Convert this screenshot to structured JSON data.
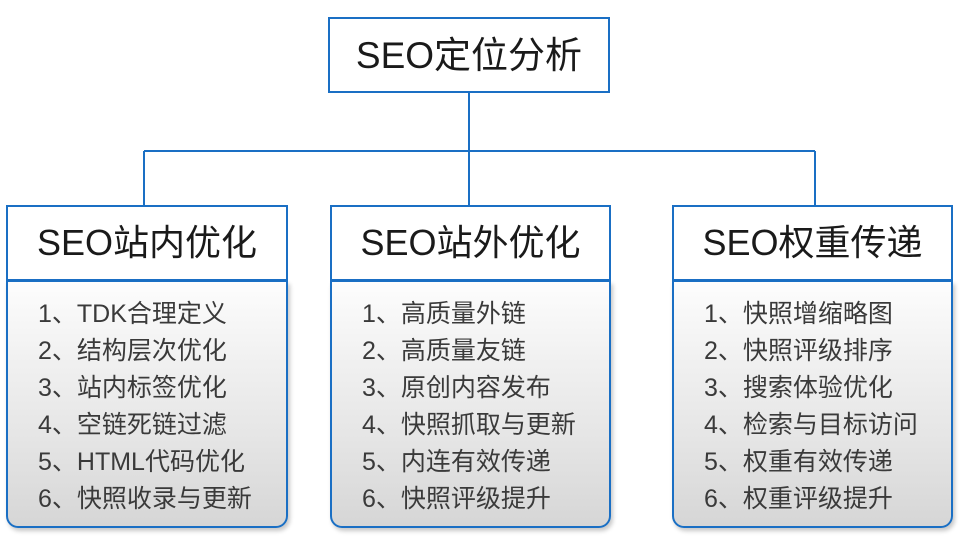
{
  "diagram": {
    "type": "org-chart",
    "title": "SEO定位分析",
    "accent_color": "#1a6fc4",
    "text_color": "#1a1a1a",
    "list_text_color": "#3a3a3a",
    "root": {
      "label": "SEO定位分析"
    },
    "branches": [
      {
        "header": "SEO站内优化",
        "items": [
          "1、TDK合理定义",
          "2、结构层次优化",
          "3、站内标签优化",
          "4、空链死链过滤",
          "5、HTML代码优化",
          "6、快照收录与更新"
        ]
      },
      {
        "header": "SEO站外优化",
        "items": [
          "1、高质量外链",
          "2、高质量友链",
          "3、原创内容发布",
          "4、快照抓取与更新",
          "5、内连有效传递",
          "6、快照评级提升"
        ]
      },
      {
        "header": "SEO权重传递",
        "items": [
          "1、快照增缩略图",
          "2、快照评级排序",
          "3、搜索体验优化",
          "4、检索与目标访问",
          "5、权重有效传递",
          "6、权重评级提升"
        ]
      }
    ]
  }
}
